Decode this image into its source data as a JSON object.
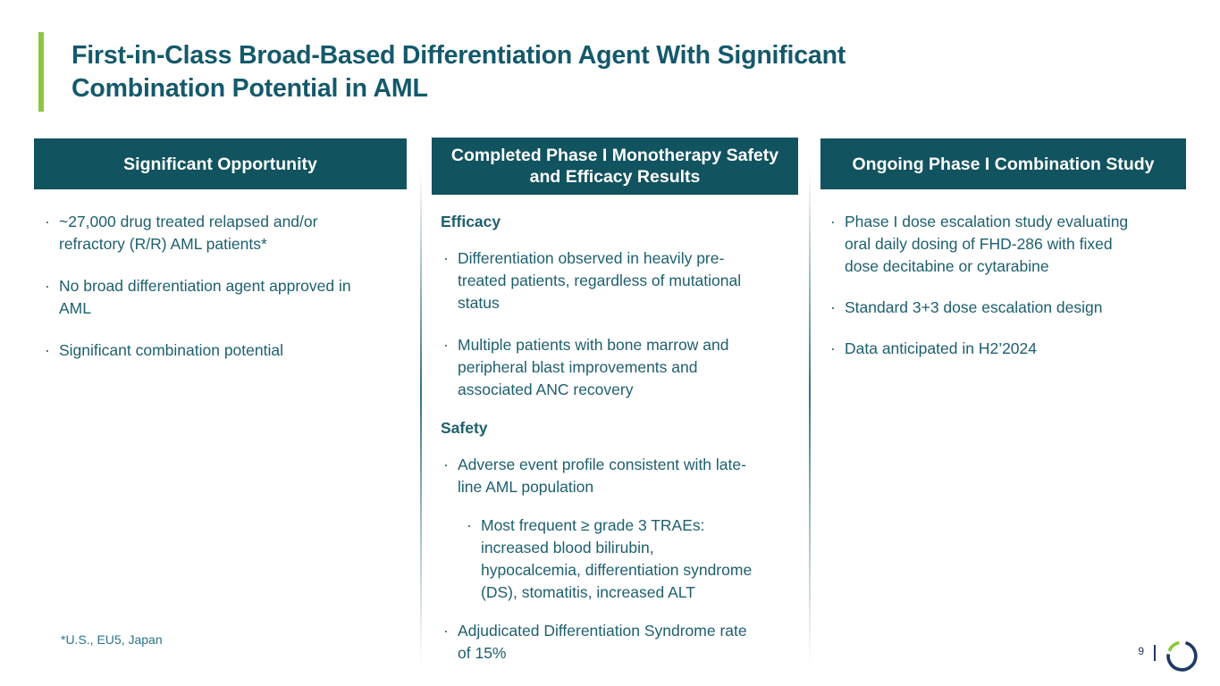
{
  "slide": {
    "title": "First-in-Class Broad-Based Differentiation Agent With Significant\nCombination Potential in AML",
    "footnote": "*U.S., EU5, Japan",
    "page_number": "9"
  },
  "columns": [
    {
      "header": "Significant Opportunity",
      "bullets": [
        "~27,000 drug treated relapsed and/or\nrefractory (R/R) AML patients*",
        "No broad differentiation agent approved in\nAML",
        "Significant combination potential"
      ]
    },
    {
      "header": "Completed Phase I Monotherapy Safety\nand Efficacy Results",
      "efficacy_heading": "Efficacy",
      "efficacy_bullets": [
        "Differentiation observed in heavily pre-\ntreated patients, regardless of mutational\nstatus",
        "Multiple patients with bone marrow and\nperipheral blast improvements and\nassociated ANC recovery"
      ],
      "safety_heading": "Safety",
      "safety_bullet_1": "Adverse event profile consistent with late-\nline AML population",
      "safety_sub_bullet": "Most frequent ≥ grade 3 TRAEs:\nincreased blood bilirubin,\nhypocalcemia, differentiation syndrome\n(DS), stomatitis, increased ALT",
      "safety_bullet_2": "Adjudicated Differentiation Syndrome rate\nof 15%"
    },
    {
      "header": "Ongoing Phase I Combination Study",
      "bullets": [
        "Phase I dose escalation study evaluating\noral daily dosing of FHD-286 with fixed\ndose decitabine or cytarabine",
        "Standard 3+3 dose escalation design",
        "Data anticipated in H2’2024"
      ]
    }
  ],
  "colors": {
    "header_teal": "#11535f",
    "title_teal": "#14596b",
    "body_teal": "#1d5f6e",
    "footnote_teal": "#2b7488",
    "accent_green": "#8dc63f",
    "logo_navy": "#1f3864",
    "logo_green": "#8dc63f"
  },
  "icons": {
    "logo": "broken-circle-logo"
  }
}
